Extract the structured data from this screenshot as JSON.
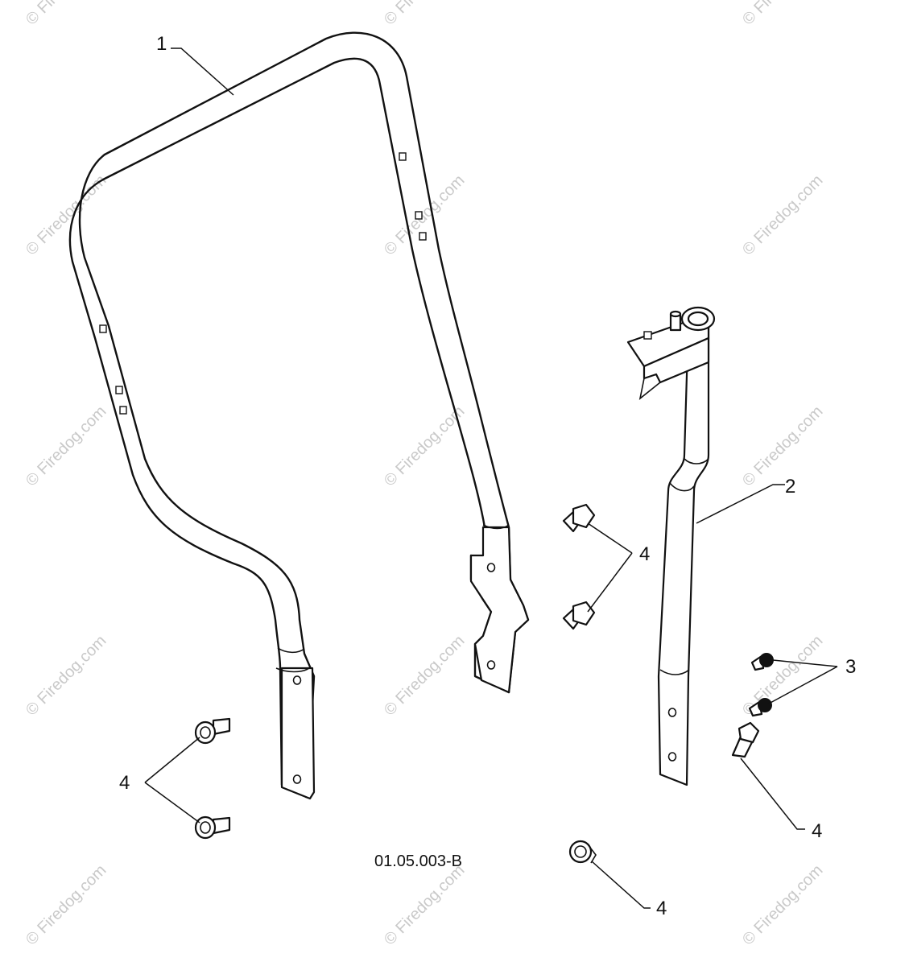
{
  "watermark": "© Firedog.com",
  "figure_code": "01.05.003-B",
  "callouts": {
    "c1": "1",
    "c2": "2",
    "c3": "3",
    "c4a": "4",
    "c4b": "4",
    "c4c": "4",
    "c4d": "4"
  }
}
